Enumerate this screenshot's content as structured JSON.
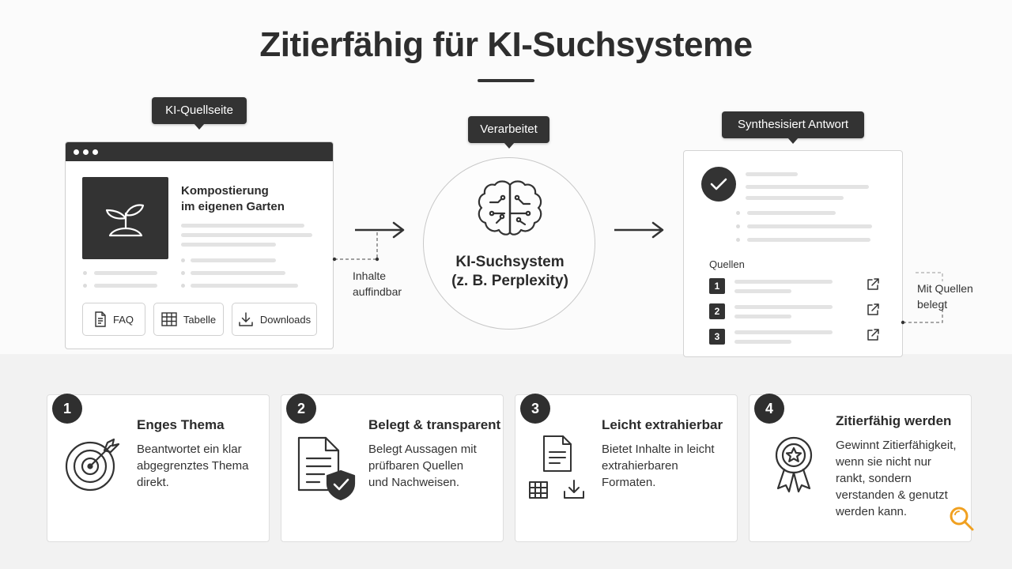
{
  "title": "Zitierfähig für KI-Suchsysteme",
  "source_page": {
    "tag": "KI-Quellseite",
    "article_title_line1": "Kompostierung",
    "article_title_line2": "im eigenen Garten",
    "chips": [
      "FAQ",
      "Tabelle",
      "Downloads"
    ],
    "icons": [
      "plant-icon",
      "document-icon",
      "table-icon",
      "download-icon"
    ]
  },
  "arrow1_label": [
    "Inhalte",
    "auffindbar"
  ],
  "processor": {
    "tag": "Verarbeitet",
    "label_line1": "KI-Suchsystem",
    "label_line2": "(z. B. Perplexity)",
    "icon": "brain-circuit-icon"
  },
  "answer": {
    "tag": "Synthesisiert Antwort",
    "sources_label": "Quellen",
    "sources": [
      "1",
      "2",
      "3"
    ],
    "icons": [
      "check-icon",
      "external-link-icon"
    ]
  },
  "arrow2_label": [
    "Mit Quellen",
    "belegt"
  ],
  "cards": [
    {
      "num": "1",
      "title": "Enges Thema",
      "text": [
        "Beantwortet ein klar",
        "abgegrenztes Thema",
        "direkt."
      ],
      "icon": "target-icon"
    },
    {
      "num": "2",
      "title": "Belegt & transparent",
      "text": [
        "Belegt Aussagen mit",
        "prüfbaren Quellen",
        "und Nachweisen."
      ],
      "icon": "shield-document-icon"
    },
    {
      "num": "3",
      "title": "Leicht extrahierbar",
      "text": [
        "Bietet Inhalte in leicht",
        "extrahierbaren",
        "Formaten."
      ],
      "icon": "formats-icon"
    },
    {
      "num": "4",
      "title": "Zitierfähig werden",
      "text": [
        "Gewinnt Zitierfähigkeit,",
        "wenn sie nicht nur",
        "rankt, sondern",
        "verstanden & genutzt",
        "werden kann."
      ],
      "icon": "award-icon"
    }
  ],
  "colors": {
    "dark": "#333333",
    "accent": "#f0a020",
    "background": "#f6f6f6"
  }
}
